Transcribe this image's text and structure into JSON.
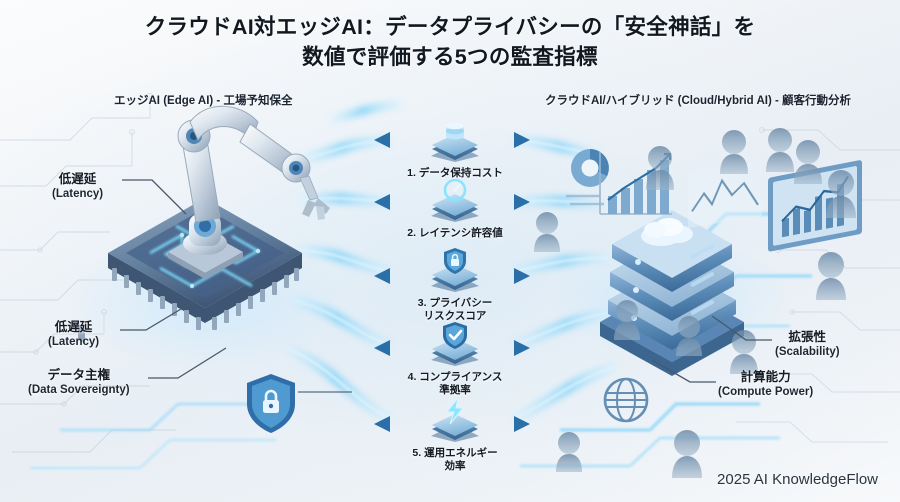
{
  "title": {
    "line1": "クラウドAI対エッジAI：データプライバシーの「安全神話」を",
    "line2": "数値で評価する5つの監査指標"
  },
  "sections": {
    "left": {
      "header": "エッジAI (Edge AI) - 工場予知保全"
    },
    "right": {
      "header": "クラウドAI/ハイブリッド (Cloud/Hybrid AI) - 顧客行動分析"
    }
  },
  "callouts": {
    "left": [
      {
        "jp": "低遅延",
        "en": "(Latency)"
      },
      {
        "jp": "低遅延",
        "en": "(Latency)"
      },
      {
        "jp": "データ主権",
        "en": "(Data Sovereignty)"
      }
    ],
    "right": [
      {
        "jp": "拡張性",
        "en": "(Scalability)"
      },
      {
        "jp": "計算能力",
        "en": "(Compute Power)"
      }
    ]
  },
  "metrics": [
    {
      "number": "1.",
      "label": "1. データ保持コスト",
      "icon": "database-icon"
    },
    {
      "number": "2.",
      "label": "2. レイテンシ許容値",
      "icon": "gauge-icon"
    },
    {
      "number": "3.",
      "label": "3. プライバシー\nリスクスコア",
      "icon": "shield-lock-icon"
    },
    {
      "number": "4.",
      "label": "4. コンプライアンス\n準拠率",
      "icon": "shield-check-icon"
    },
    {
      "number": "5.",
      "label": "5. 運用エネルギー\n効率",
      "icon": "lightning-bolt-icon"
    }
  ],
  "footer": "2025 AI KnowledgeFlow",
  "colors": {
    "accent": "#2f9fe0",
    "glow": "#6fd3ff",
    "deep_blue": "#2b5f92",
    "text": "#131a23",
    "background": "#eef2f6"
  },
  "artwork": {
    "left_scene": "robotic-arm-on-microchip",
    "right_scene": "cloud-server-stack-with-analytics-and-users",
    "left_badge": "shield-lock-icon",
    "left_globe": "globe-icon"
  }
}
